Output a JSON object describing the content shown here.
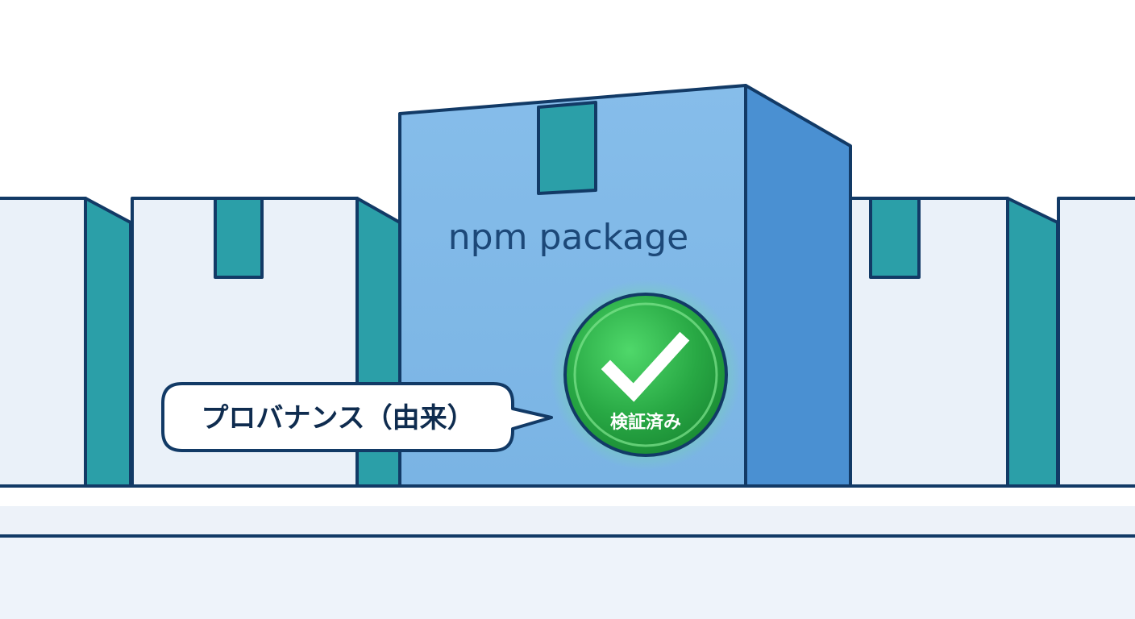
{
  "package_label": "npm package",
  "badge": {
    "label": "検証済み",
    "icon": "check-icon"
  },
  "callout": {
    "label": "プロバナンス（由来）"
  },
  "colors": {
    "outline": "#123a66",
    "box_front_pale": "#eaf1f9",
    "box_side_teal": "#2b9fa8",
    "main_box_front": "#7cb6e6",
    "main_box_side": "#4a90d2",
    "badge_green": "#2eb84a",
    "floor": "#edf2f9"
  }
}
